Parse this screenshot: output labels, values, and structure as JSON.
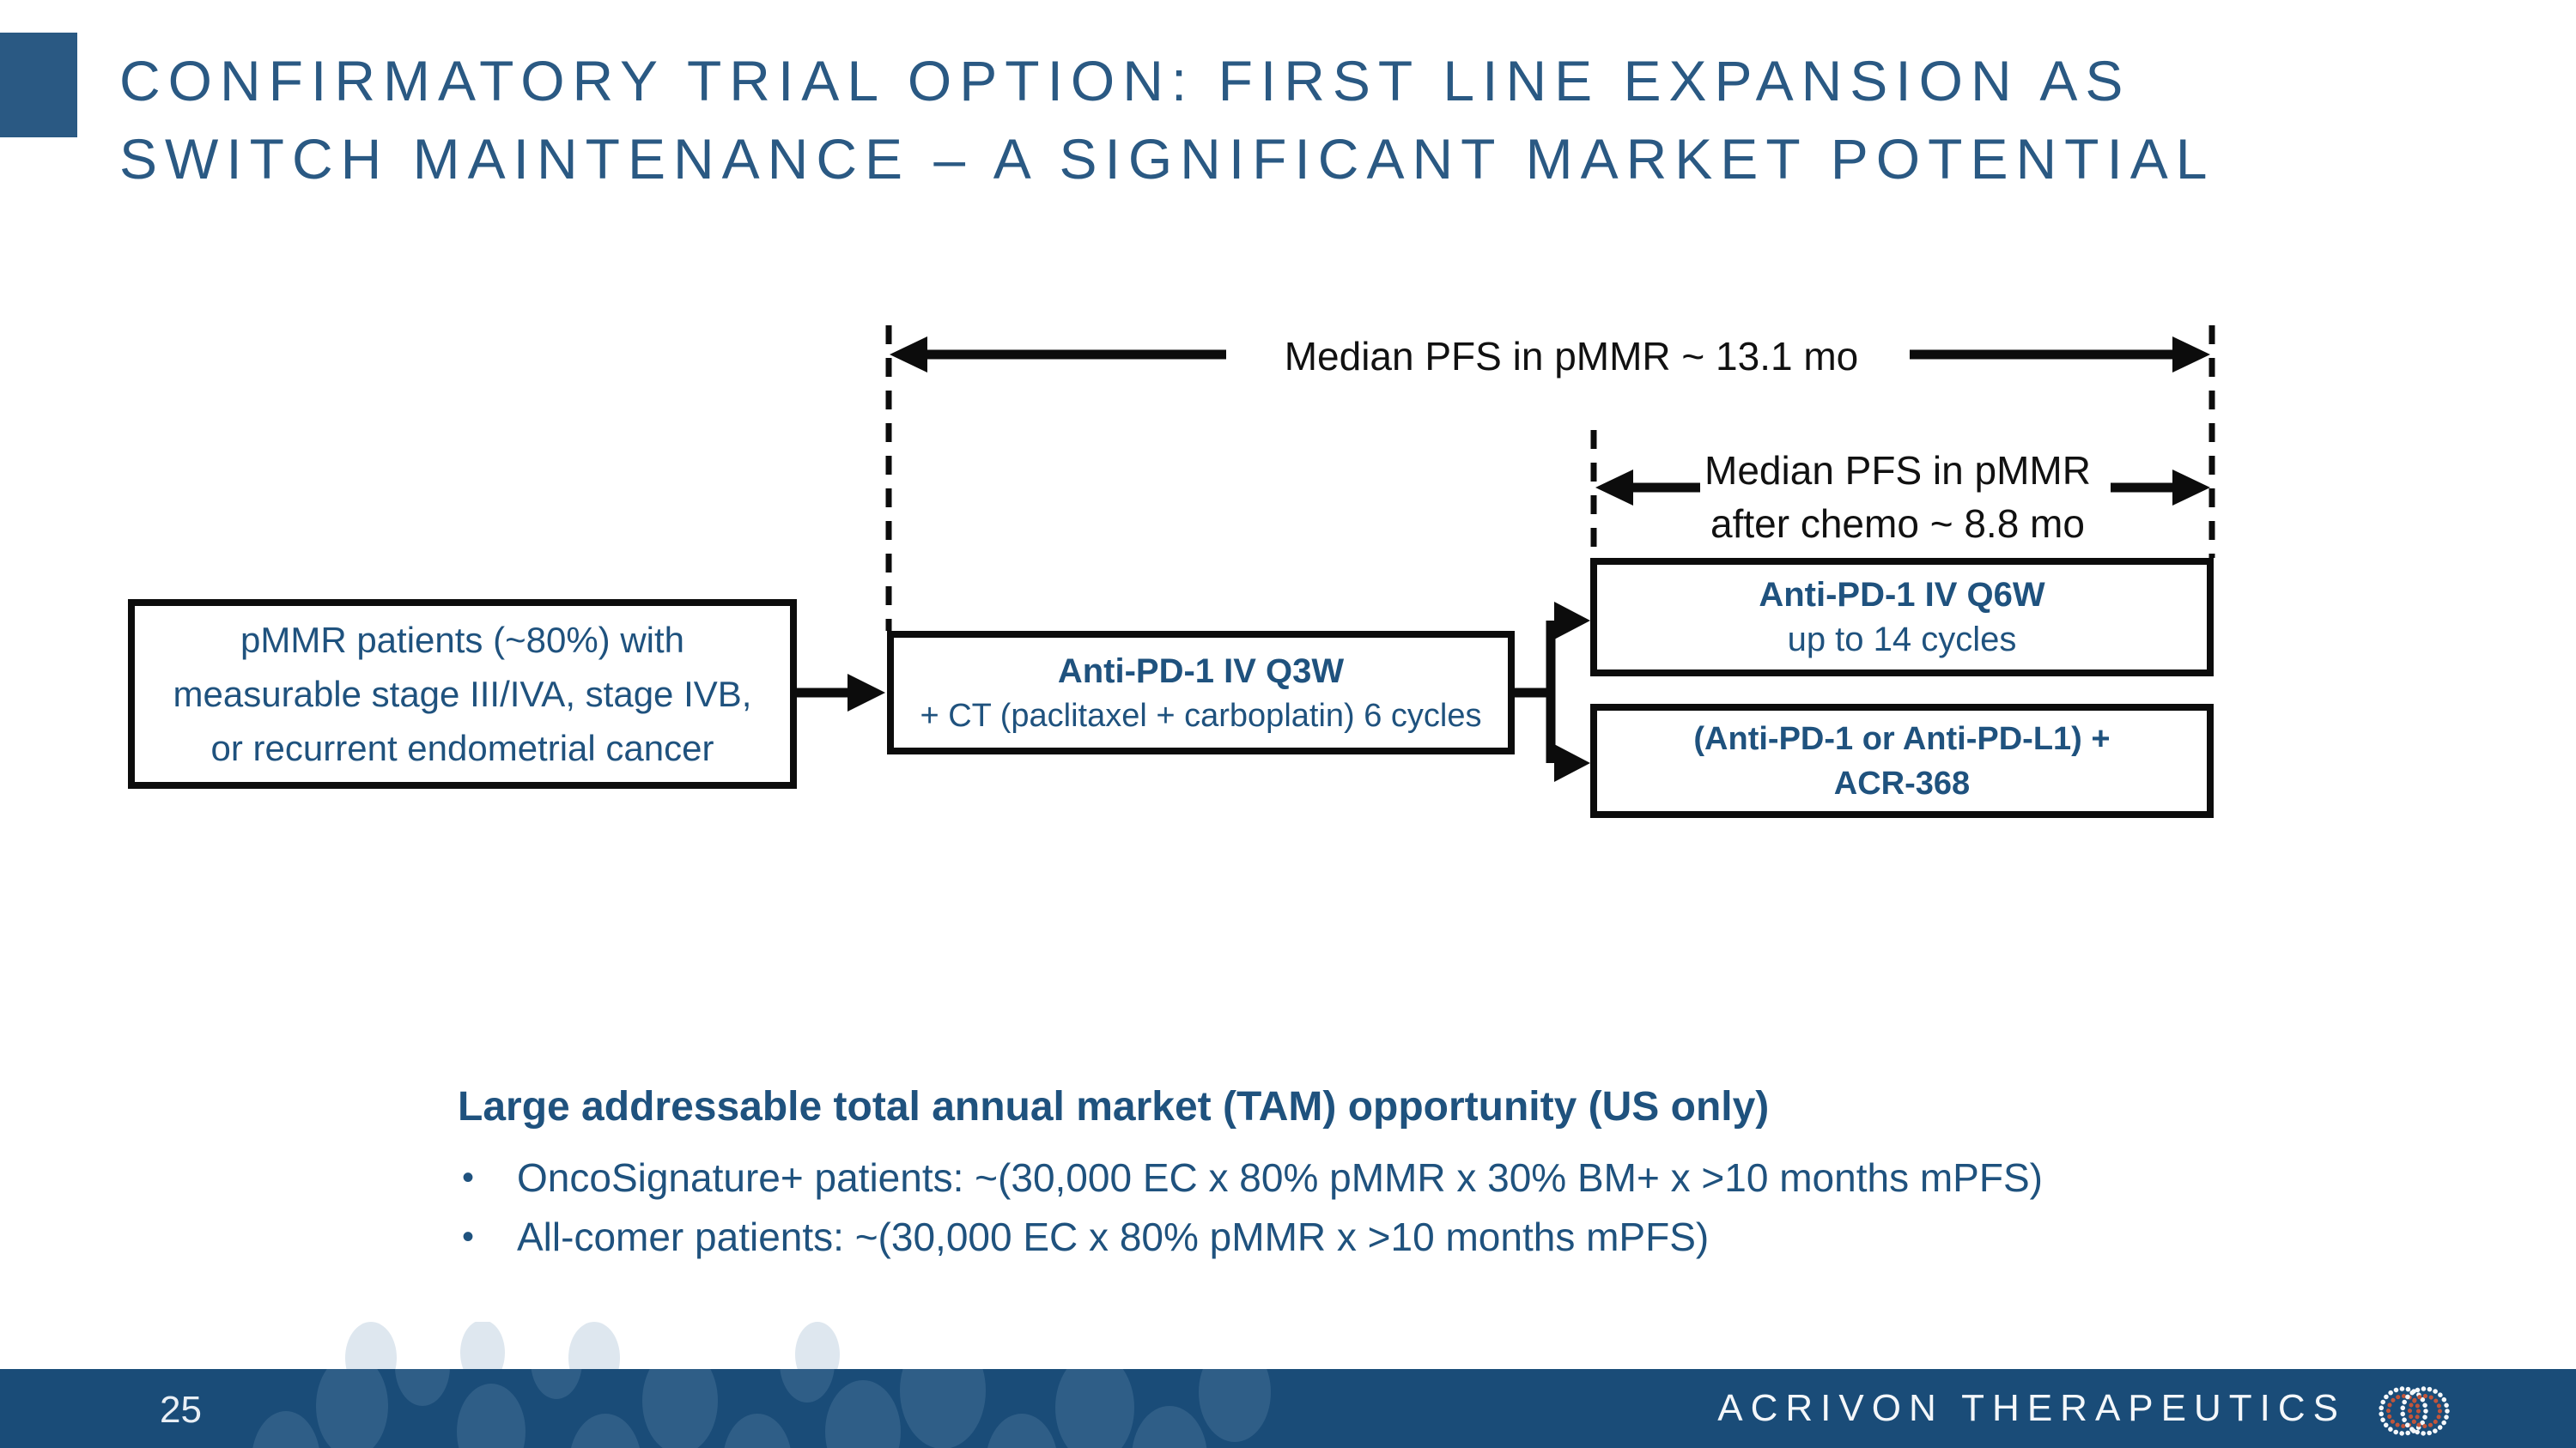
{
  "title": {
    "line1": "CONFIRMATORY TRIAL OPTION: FIRST LINE EXPANSION AS",
    "line2": "SWITCH MAINTENANCE – A SIGNIFICANT MARKET POTENTIAL"
  },
  "diagram": {
    "patients_box": {
      "line1": "pMMR patients (~80%) with",
      "line2": "measurable stage III/IVA, stage IVB,",
      "line3": "or recurrent endometrial cancer"
    },
    "chemo_box": {
      "line1": "Anti-PD-1 IV Q3W",
      "line2": "+ CT (paclitaxel + carboplatin) 6 cycles"
    },
    "q6w_box": {
      "line1": "Anti-PD-1 IV Q6W",
      "line2": "up to 14 cycles"
    },
    "acr_box": {
      "line1": "(Anti-PD-1 or Anti-PD-L1) +",
      "line2": "ACR-368"
    },
    "pfs_top_label": "Median PFS in pMMR ~ 13.1 mo",
    "pfs_mid_label_line1": "Median PFS in pMMR",
    "pfs_mid_label_line2": "after chemo ~ 8.8 mo"
  },
  "market": {
    "heading": "Large addressable total annual market (TAM) opportunity (US only)",
    "bullet_glyph": "•",
    "bullets": [
      "OncoSignature+ patients: ~(30,000 EC x 80% pMMR x 30% BM+ x >10 months mPFS)",
      "All-comer patients: ~(30,000 EC x 80% pMMR x >10 months mPFS)"
    ]
  },
  "footer": {
    "page_number": "25",
    "brand": "ACRIVON THERAPEUTICS"
  },
  "colors": {
    "accent_blue": "#2A5983",
    "body_text_blue": "#1F527E",
    "annotation_black": "#111111",
    "footer_bar_blue": "#1A4C78",
    "footer_dot_blue": "#2F5E87",
    "logo_dot_white": "#F4F7FA",
    "logo_dot_orange": "#C2553B"
  }
}
